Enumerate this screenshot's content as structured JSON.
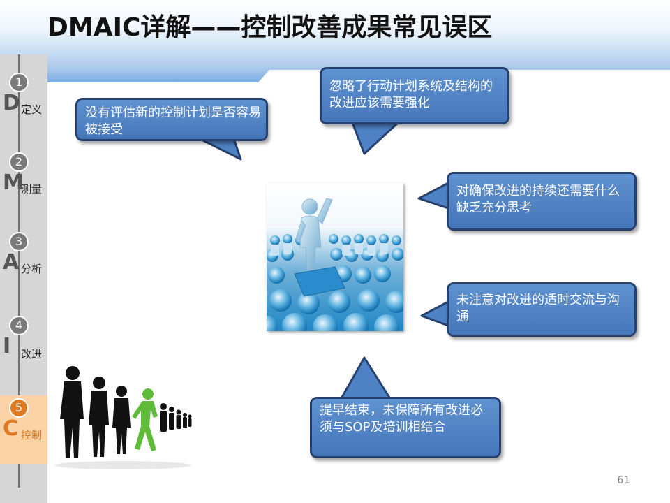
{
  "slide": {
    "title": "DMAIC详解——控制改善成果常见误区",
    "page_number": "61"
  },
  "nav": {
    "items": [
      {
        "num": "1",
        "letter": "D",
        "label": "定义",
        "active": false
      },
      {
        "num": "2",
        "letter": "M",
        "label": "测量",
        "active": false
      },
      {
        "num": "3",
        "letter": "A",
        "label": "分析",
        "active": false
      },
      {
        "num": "4",
        "letter": "I",
        "label": "改进",
        "active": false
      },
      {
        "num": "5",
        "letter": "C",
        "label": "控制",
        "active": true
      }
    ]
  },
  "callouts": [
    {
      "text": "没有评估新的控制计划是否容易被接受"
    },
    {
      "text": "忽略了行动计划系统及结构的改进应该需要强化"
    },
    {
      "text": "对确保改进的持续还需要什么缺乏充分思考"
    },
    {
      "text": "未注意对改进的适时交流与沟通"
    },
    {
      "text": "提早结束，未保障所有改进必须与SOP及培训相结合"
    }
  ],
  "colors": {
    "callout_fill": "#4f82c4",
    "callout_border": "#26416e",
    "active_nav": "#fbd3a6",
    "active_nav_text": "#e07a22"
  },
  "icons": {
    "center": "crowd-leader-illustration",
    "queue": "people-queue-illustration"
  }
}
